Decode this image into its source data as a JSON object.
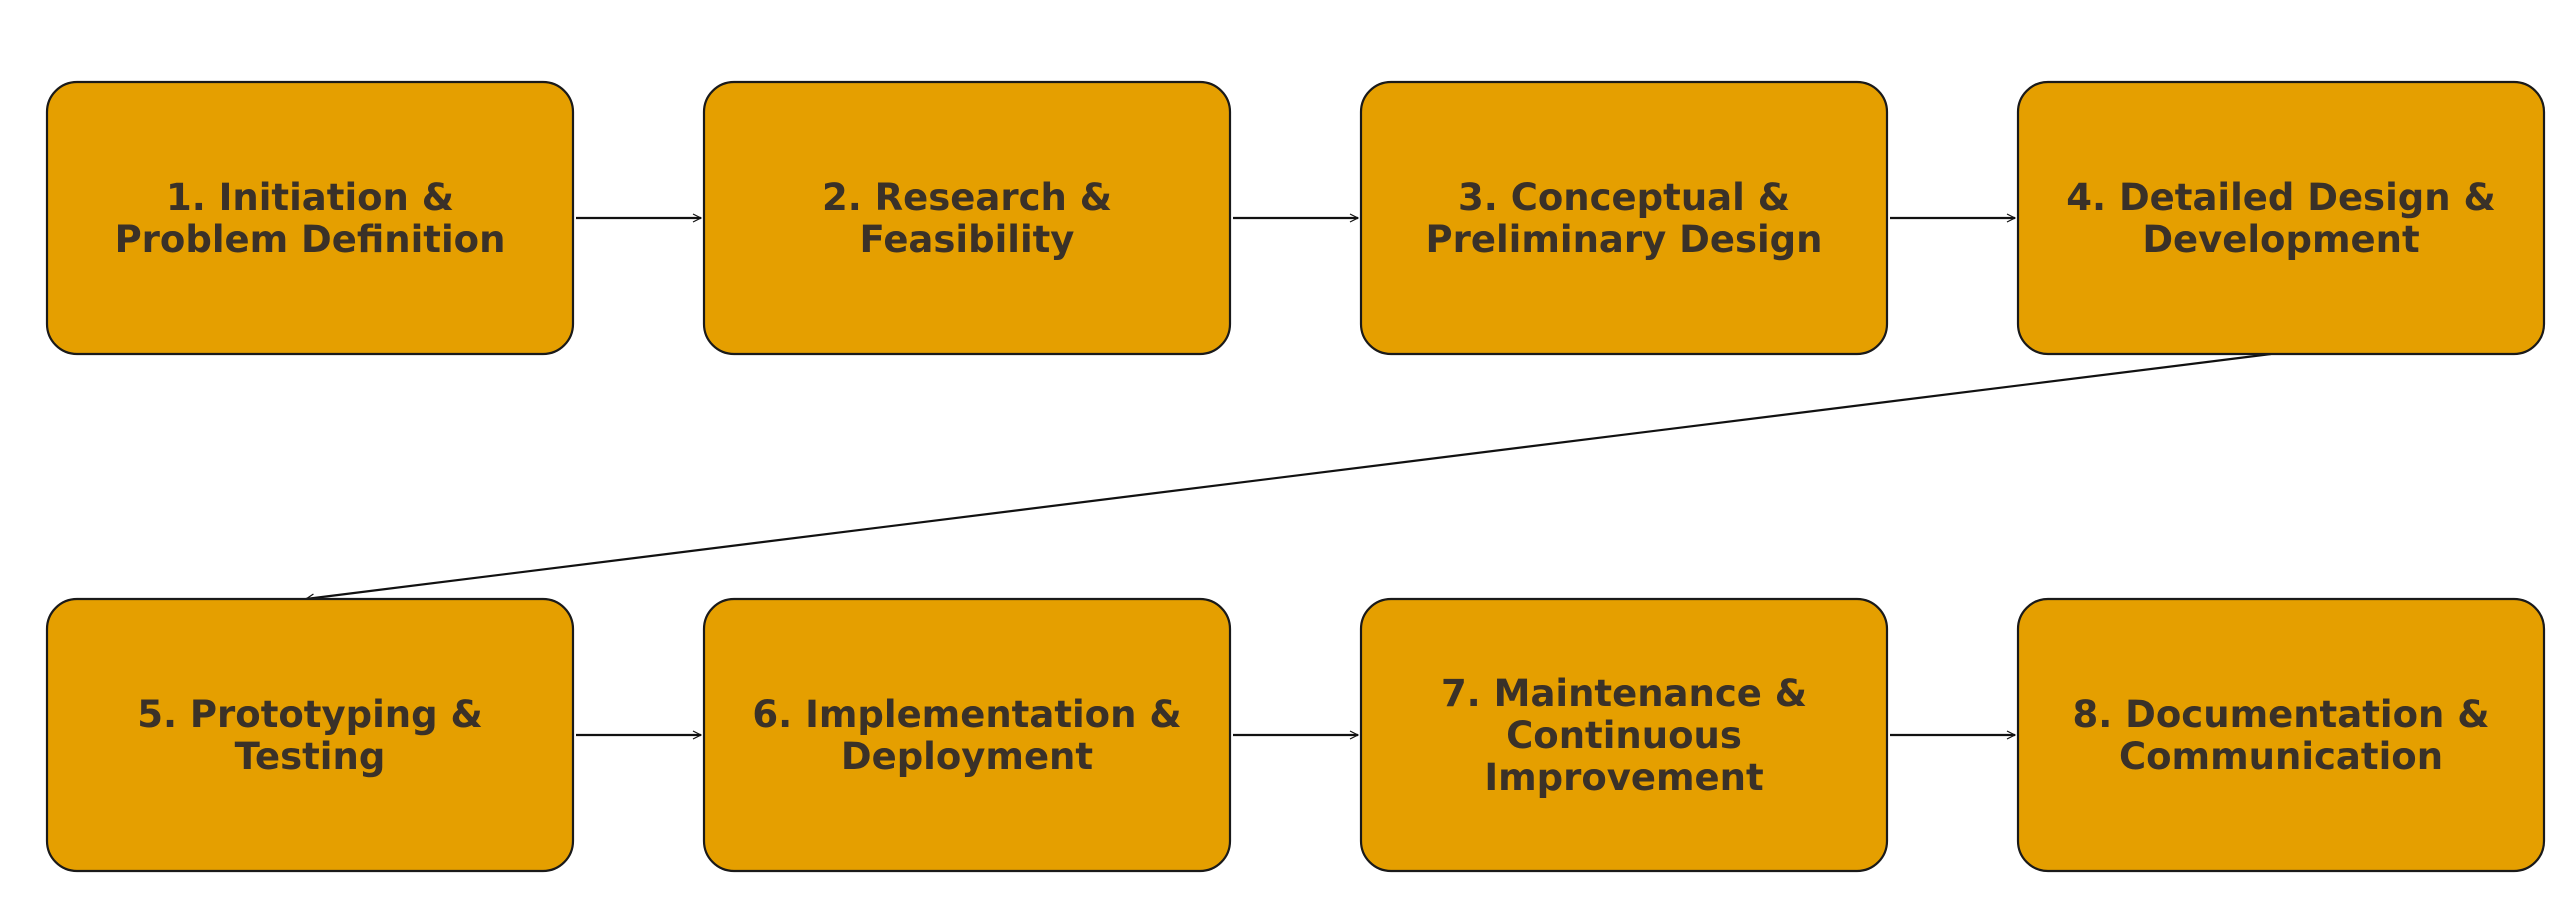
{
  "diagram": {
    "type": "flowchart",
    "colors": {
      "node_fill": "#E59F00",
      "node_text": "#3A3128",
      "edge": "#111111"
    },
    "nodes": [
      {
        "id": "n1",
        "lines": [
          "1. Initiation &",
          "Problem Definition"
        ]
      },
      {
        "id": "n2",
        "lines": [
          "2. Research &",
          "Feasibility"
        ]
      },
      {
        "id": "n3",
        "lines": [
          "3. Conceptual &",
          "Preliminary Design"
        ]
      },
      {
        "id": "n4",
        "lines": [
          "4. Detailed Design &",
          "Development"
        ]
      },
      {
        "id": "n5",
        "lines": [
          "5. Prototyping &",
          "Testing"
        ]
      },
      {
        "id": "n6",
        "lines": [
          "6. Implementation &",
          "Deployment"
        ]
      },
      {
        "id": "n7",
        "lines": [
          "7. Maintenance &",
          "Continuous",
          "Improvement"
        ]
      },
      {
        "id": "n8",
        "lines": [
          "8. Documentation &",
          "Communication"
        ]
      }
    ],
    "edges": [
      {
        "from": "n1",
        "to": "n2"
      },
      {
        "from": "n2",
        "to": "n3"
      },
      {
        "from": "n3",
        "to": "n4"
      },
      {
        "from": "n4",
        "to": "n5"
      },
      {
        "from": "n5",
        "to": "n6"
      },
      {
        "from": "n6",
        "to": "n7"
      },
      {
        "from": "n7",
        "to": "n8"
      }
    ]
  }
}
